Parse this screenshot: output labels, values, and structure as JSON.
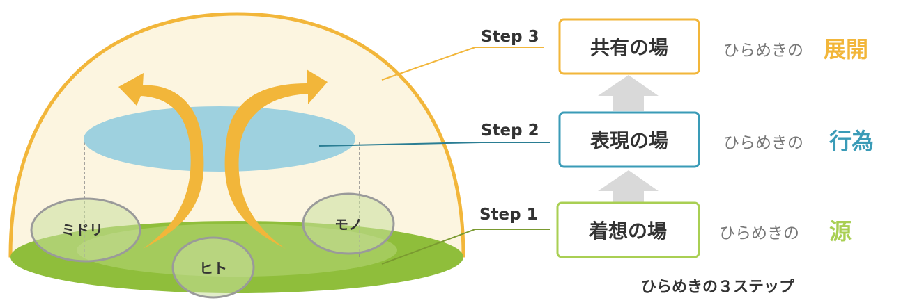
{
  "ellipse_labels": {
    "midori": "ミドリ",
    "hito": "ヒト",
    "mono": "モノ"
  },
  "steps": [
    {
      "step_label": "Step 3",
      "box_label": "共有の場",
      "prefix": "ひらめきの",
      "suffix": "展開",
      "color": "#f2b63a"
    },
    {
      "step_label": "Step 2",
      "box_label": "表現の場",
      "prefix": "ひらめきの",
      "suffix": "行為",
      "color": "#3a9bb7"
    },
    {
      "step_label": "Step 1",
      "box_label": "着想の場",
      "prefix": "ひらめきの",
      "suffix": "源",
      "color": "#a9cf53"
    }
  ],
  "caption": "ひらめきの３ステップ",
  "colors": {
    "dome_outline": "#f2b63a",
    "dome_fill": "#fcf5e0",
    "ground": "#8fbe3b",
    "blue_disc": "#9ed1df",
    "arrow": "#f2b63a",
    "up_arrow": "#d9d9d9"
  }
}
